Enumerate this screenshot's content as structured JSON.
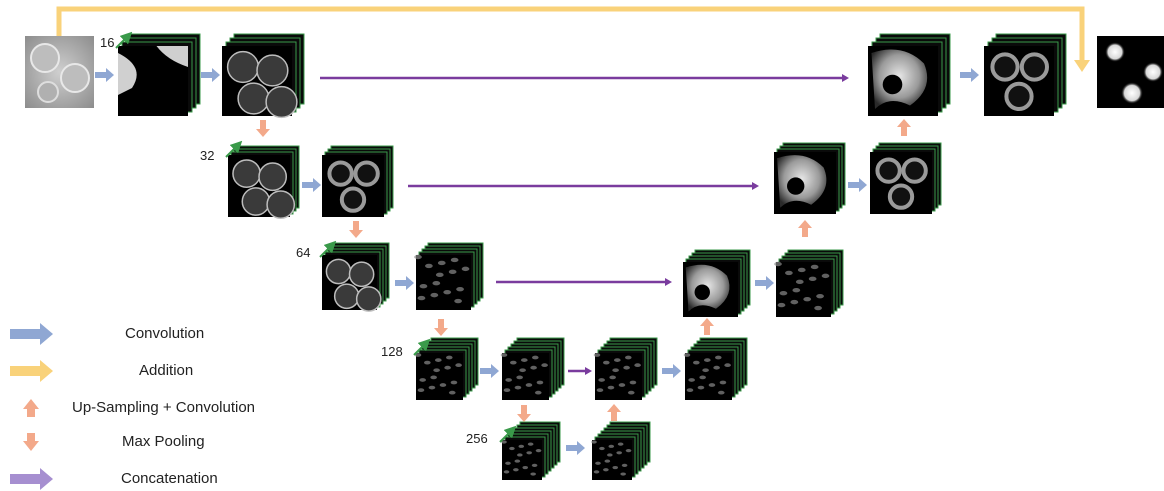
{
  "legend": [
    {
      "key": "conv",
      "label": "Convolution",
      "color": "#8fa7d3"
    },
    {
      "key": "add",
      "label": "Addition",
      "color": "#f9d27a"
    },
    {
      "key": "up",
      "label": "Up-Sampling + Convolution",
      "color": "#f3a98a"
    },
    {
      "key": "pool",
      "label": "Max Pooling",
      "color": "#f3a98a"
    },
    {
      "key": "concat",
      "label": "Concatenation",
      "color": "#a68fd0"
    }
  ],
  "channel_labels": [
    "16",
    "32",
    "64",
    "128",
    "256"
  ],
  "colors": {
    "conv_arrow": "#8fa7d3",
    "add_arrow": "#f9d27a",
    "updown_arrow": "#f3a98a",
    "concat_line": "#7a3c9e",
    "feature_grid": "#3a9a4a"
  }
}
